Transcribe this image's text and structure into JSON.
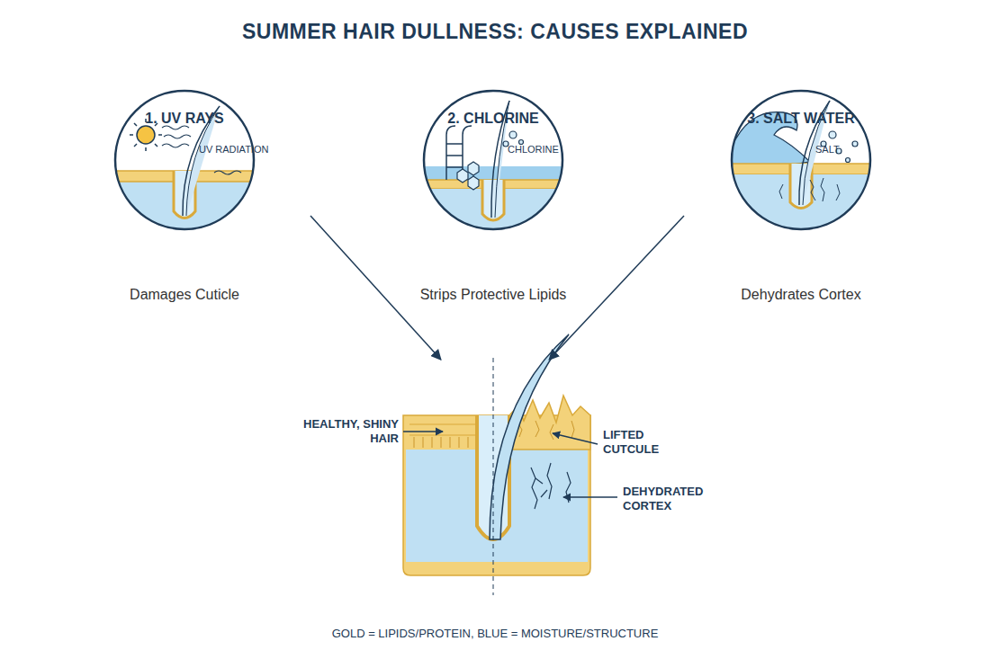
{
  "diagram": {
    "title": "SUMMER HAIR DULLNESS: CAUSES EXPLAINED",
    "caption": "GOLD = LIPIDS/PROTEIN, BLUE = MOISTURE/STRUCTURE",
    "nodes": [
      {
        "text": [
          "1. UV RAYS",
          "UV RADIATION",
          "Damages Cuticle"
        ]
      },
      {
        "text": [
          "2. CHLORINE",
          "CHLORINE",
          "Strips Protective Lipids"
        ]
      },
      {
        "text": [
          "3. SALT WATER",
          "SALT",
          "Dehydrates Cortex"
        ]
      },
      {
        "text": [
          "HEALTHY, SHINY HAIR",
          "LIFTED CUTCULE",
          "DEHYDRATED CORTEX"
        ]
      }
    ],
    "edges": [
      {
        "from": 0,
        "to": 3,
        "arrow": "to"
      },
      {
        "from": 2,
        "to": 3,
        "arrow": "to"
      }
    ]
  }
}
